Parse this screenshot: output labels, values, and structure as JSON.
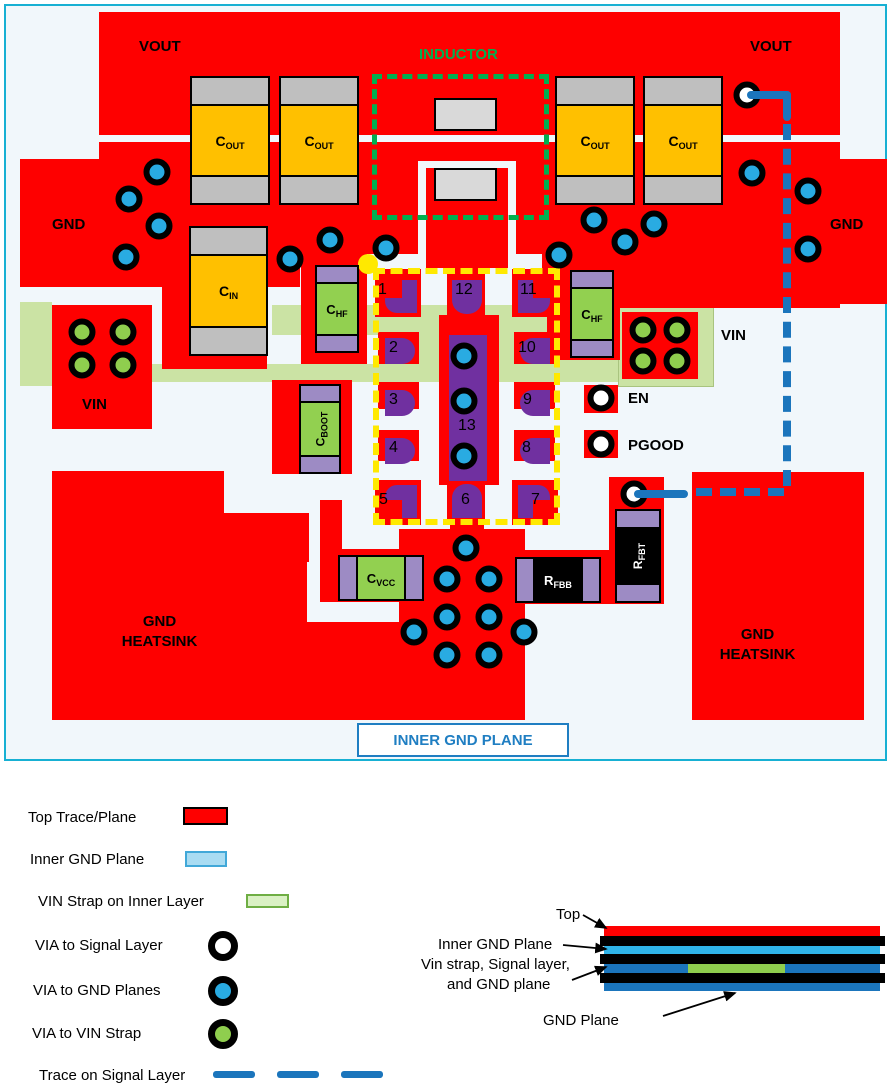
{
  "colors": {
    "top_trace": "#fe0000",
    "inner_gnd": "#a9dcf2",
    "vin_strap": "#cbe3a4",
    "via_gnd": "#29abe2",
    "via_vin": "#8fce4e",
    "trace_signal": "#1b75bc",
    "pad_purple": "#7030a0",
    "inductor_outline": "#00b050",
    "ic_outline_yellow": "#ffe900"
  },
  "board": {
    "labels": {
      "vout_left": "VOUT",
      "vout_right": "VOUT",
      "gnd_left": "GND",
      "gnd_right": "GND",
      "vin_left": "VIN",
      "vin_right": "VIN",
      "en": "EN",
      "pgood": "PGOOD",
      "inductor": "INDUCTOR",
      "heatsink_line1": "GND",
      "heatsink_line2": "HEATSINK",
      "inner_gnd_plane": "INNER GND PLANE"
    },
    "pins": {
      "p1": "1",
      "p2": "2",
      "p3": "3",
      "p4": "4",
      "p5": "5",
      "p6": "6",
      "p7": "7",
      "p8": "8",
      "p9": "9",
      "p10": "10",
      "p11": "11",
      "p12": "12",
      "p13": "13"
    },
    "components": {
      "cout": {
        "main": "C",
        "sub": "OUT"
      },
      "cin": {
        "main": "C",
        "sub": "IN"
      },
      "chf": {
        "main": "C",
        "sub": "HF"
      },
      "cboot": {
        "main": "C",
        "sub": "BOOT"
      },
      "cvcc": {
        "main": "C",
        "sub": "VCC"
      },
      "rfbb": {
        "main": "R",
        "sub": "FBB"
      },
      "rfbt": {
        "main": "R",
        "sub": "FBT"
      }
    }
  },
  "legend": {
    "items": [
      {
        "label": "Top Trace/Plane",
        "swatch": "red-plane-swatch"
      },
      {
        "label": "Inner GND Plane",
        "swatch": "inner-gnd-swatch"
      },
      {
        "label": "VIN Strap on Inner Layer",
        "swatch": "vin-strap-swatch"
      },
      {
        "label": "VIA to Signal Layer",
        "swatch": "via-signal-icon"
      },
      {
        "label": "VIA to GND Planes",
        "swatch": "via-gnd-icon"
      },
      {
        "label": "VIA to VIN Strap",
        "swatch": "via-vin-icon"
      },
      {
        "label": "Trace on Signal Layer",
        "swatch": "trace-signal-dashes"
      }
    ]
  },
  "stackup": {
    "labels": {
      "top": "Top",
      "inner_gnd": "Inner GND Plane",
      "vin_strap_line1": "Vin strap, Signal layer,",
      "vin_strap_line2": "and GND plane",
      "gnd_plane": "GND Plane"
    }
  }
}
